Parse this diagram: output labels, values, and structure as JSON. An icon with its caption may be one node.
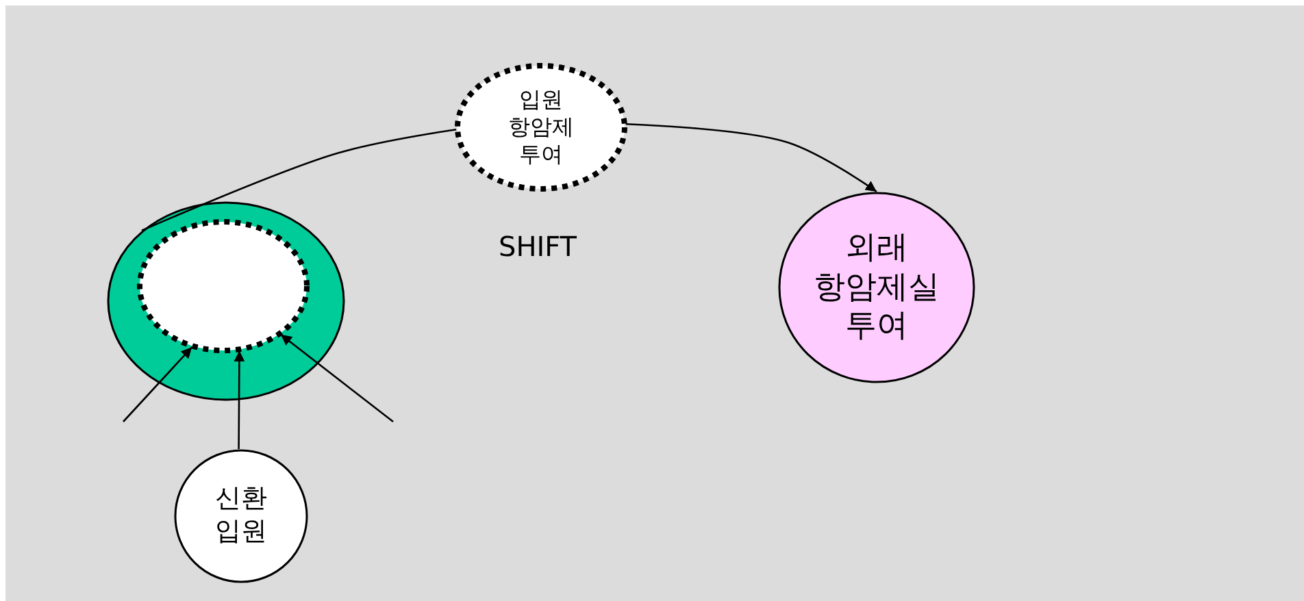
{
  "diagram": {
    "nodes": [
      {
        "text": [],
        "shape": "ellipse"
      },
      {
        "text": [],
        "shape": "ellipse",
        "in": 0
      },
      {
        "text": [
          "입원 항암제 투여"
        ]
      },
      {
        "text": [
          "외래 항암제실 투여"
        ]
      },
      {
        "text": [
          "신환 입원"
        ]
      }
    ],
    "edges": [
      {
        "from": 0,
        "to": 2,
        "arrow": "none"
      },
      {
        "from": 2,
        "to": 3,
        "arrow": "to"
      },
      {
        "from": null,
        "to": 1,
        "arrow": "to"
      },
      {
        "from": 4,
        "to": 1,
        "arrow": "to"
      },
      {
        "from": null,
        "to": 1,
        "arrow": "to"
      }
    ],
    "labels": [
      "SHIFT"
    ]
  }
}
